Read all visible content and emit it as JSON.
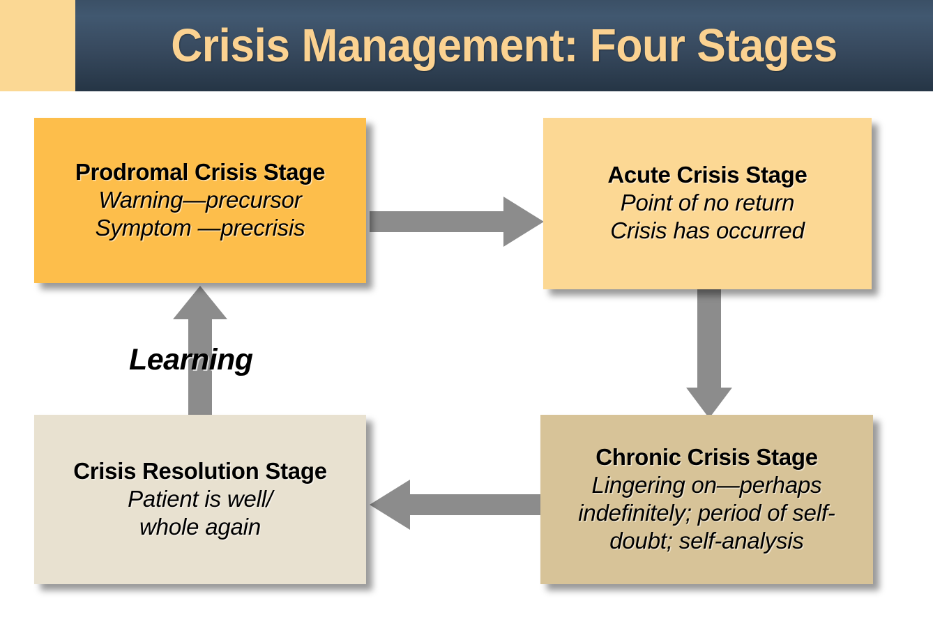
{
  "header": {
    "title": "Crisis Management:   Four  Stages",
    "accent_color": "#FBD894",
    "bar_color_top": "#3b5066",
    "bar_color_bottom": "#253545",
    "title_color": "#FBD291"
  },
  "diagram": {
    "type": "cycle-flowchart",
    "arrow_color": "#8C8C8C",
    "stages": [
      {
        "id": "prodromal",
        "title": "Prodromal Crisis Stage",
        "lines": [
          "Warning—precursor",
          "Symptom —precrisis"
        ],
        "color": "#FDBE4B",
        "position": "top-left"
      },
      {
        "id": "acute",
        "title": "Acute Crisis Stage",
        "lines": [
          "Point of no return",
          "Crisis has occurred"
        ],
        "color": "#FCD894",
        "position": "top-right"
      },
      {
        "id": "chronic",
        "title": "Chronic Crisis Stage",
        "lines": [
          "Lingering on—perhaps",
          "indefinitely; period of self-",
          "doubt; self-analysis"
        ],
        "color": "#D7C398",
        "position": "bottom-right"
      },
      {
        "id": "resolution",
        "title": "Crisis Resolution Stage",
        "lines": [
          "Patient is well/",
          "whole again"
        ],
        "color": "#E8E1D0",
        "position": "bottom-left"
      }
    ],
    "connectors": [
      {
        "id": "top",
        "from": "prodromal",
        "to": "acute",
        "direction": "right",
        "label": ""
      },
      {
        "id": "right",
        "from": "acute",
        "to": "chronic",
        "direction": "down",
        "label": ""
      },
      {
        "id": "bottom",
        "from": "chronic",
        "to": "resolution",
        "direction": "left",
        "label": ""
      },
      {
        "id": "leftup",
        "from": "resolution",
        "to": "prodromal",
        "direction": "up",
        "label": "Learning"
      }
    ]
  }
}
